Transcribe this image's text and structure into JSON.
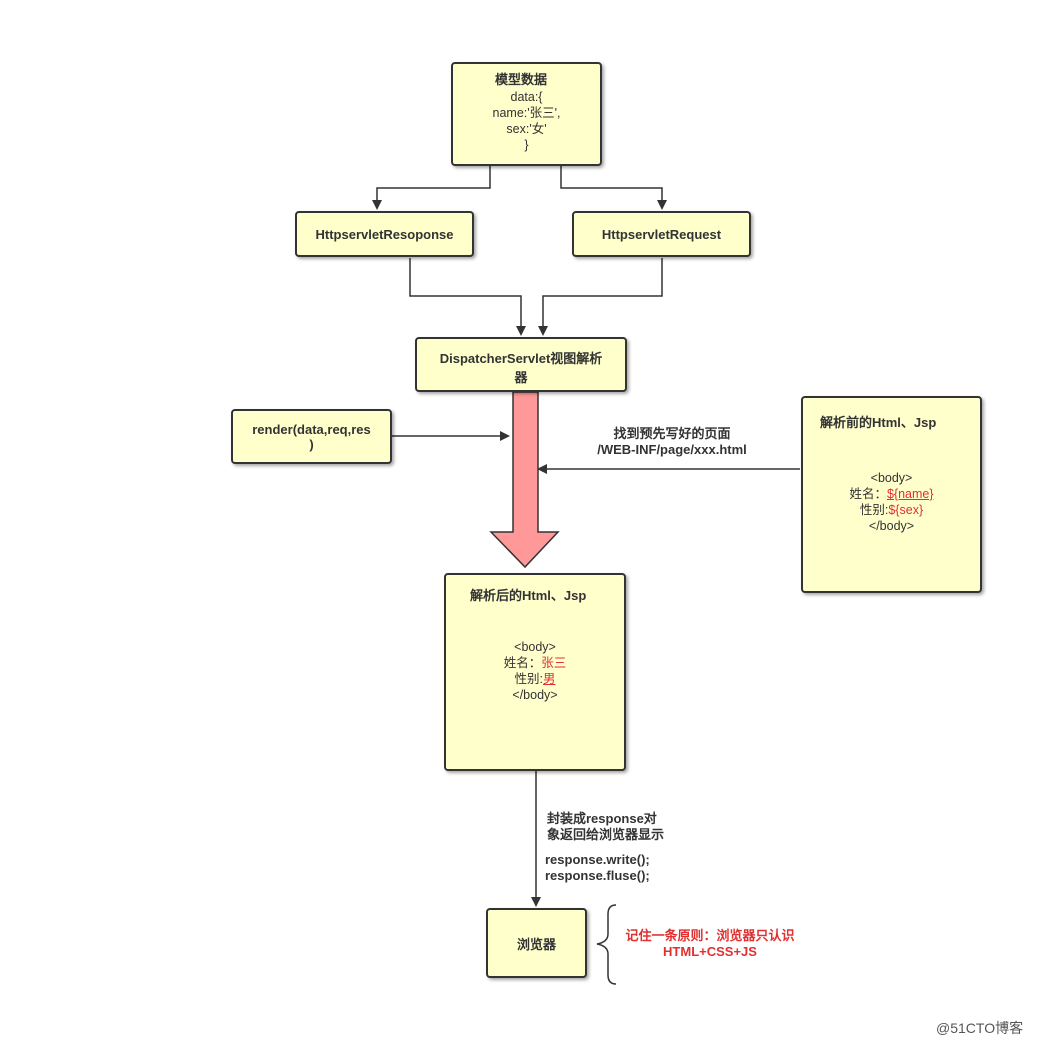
{
  "model_box": {
    "title": "模型数据",
    "lines": [
      "data:{",
      "name:'张三',",
      "sex:'女'",
      "}"
    ]
  },
  "response_box": {
    "label": "HttpservletResoponse"
  },
  "request_box": {
    "label": "HttpservletRequest"
  },
  "dispatcher_box": {
    "line1": "DispatcherServlet视图解析",
    "line2": "器"
  },
  "render_box": {
    "line1": "render(data,req,res",
    "line2": ")"
  },
  "find_label": {
    "line1": "找到预先写好的页面",
    "line2": "/WEB-INF/page/xxx.html"
  },
  "before_box": {
    "title": "解析前的Html、Jsp",
    "body_open": "<body>",
    "name_label": "姓名：",
    "name_value": "${name}",
    "sex_label": "性别:",
    "sex_value": "${sex}",
    "body_close": "</body>"
  },
  "after_box": {
    "title": "解析后的Html、Jsp",
    "body_open": "<body>",
    "name_label": "姓名：",
    "name_value": "张三",
    "sex_label": "性别:",
    "sex_value": "男",
    "body_close": "</body>"
  },
  "wrap_label": {
    "line1": "封装成response对",
    "line2": "象返回给浏览器显示",
    "code1": "response.write();",
    "code2": "response.fluse();"
  },
  "browser_box": {
    "label": "浏览器"
  },
  "note": {
    "line1": "记住一条原则：浏览器只认识",
    "line2": "HTML+CSS+JS"
  },
  "watermark": "@51CTO博客",
  "colors": {
    "box_fill": "#ffffcc",
    "big_arrow": "#ff9999",
    "highlight_text": "#e03030"
  }
}
